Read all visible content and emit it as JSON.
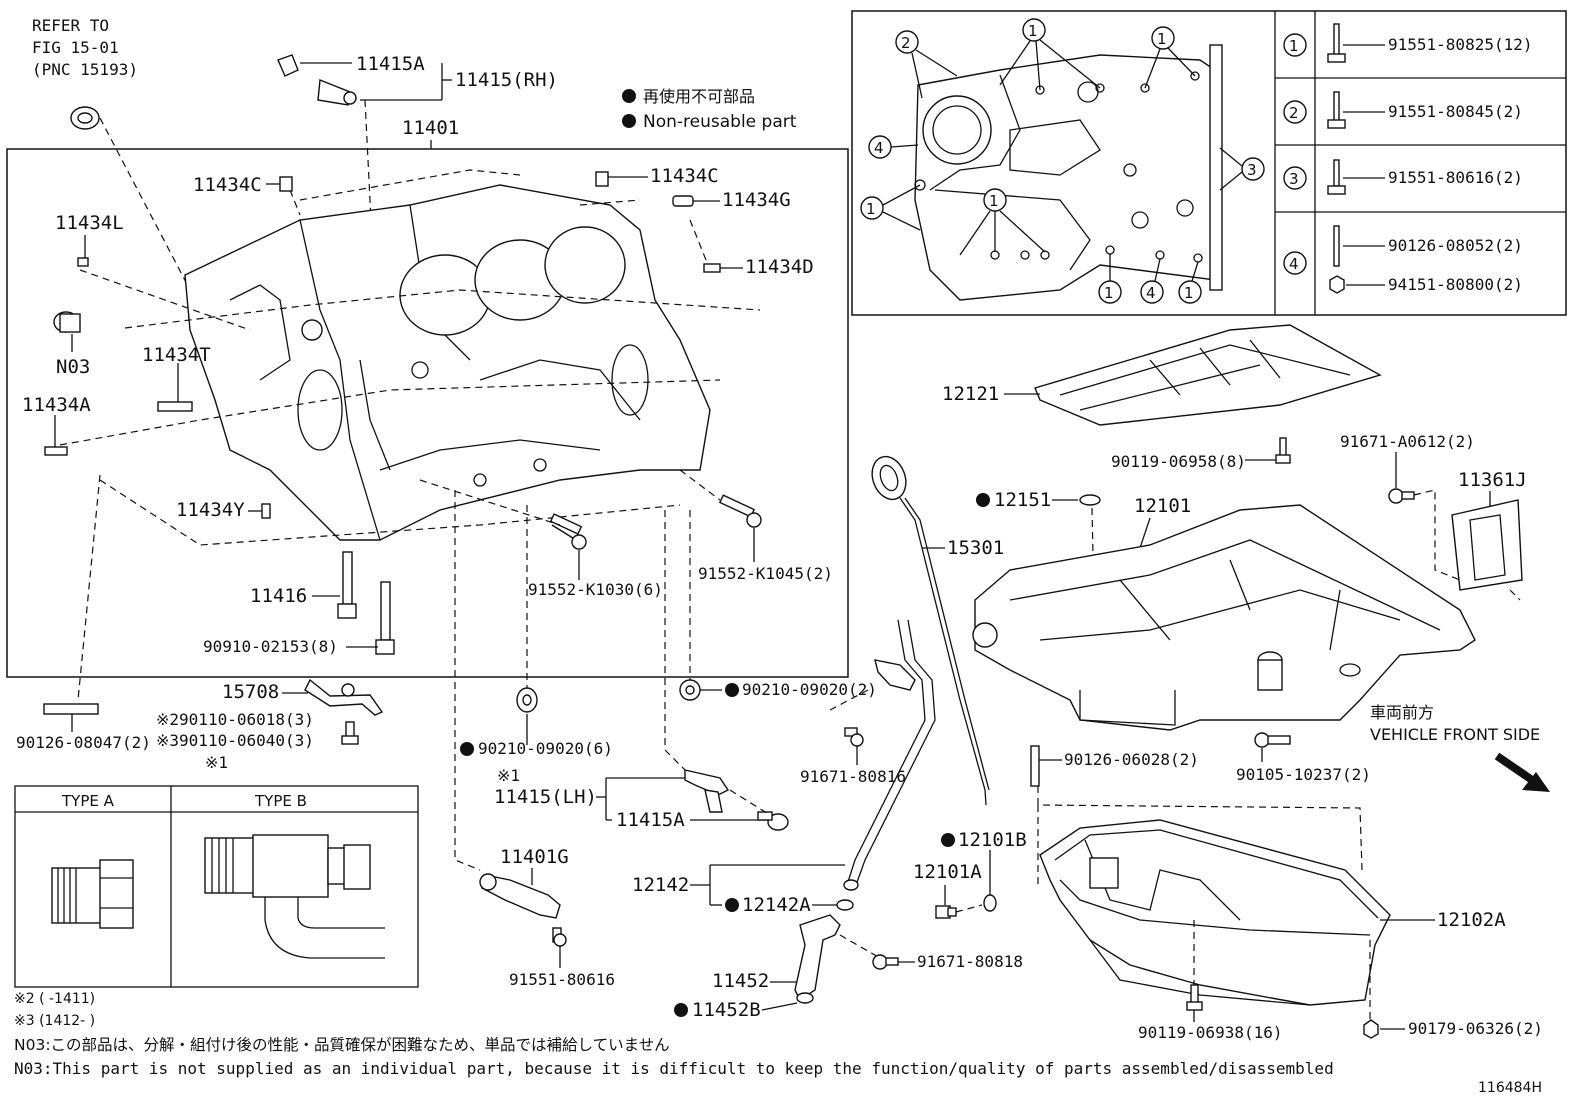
{
  "diagram_id": "116484H",
  "refer": {
    "line1": "REFER TO",
    "line2": "FIG 15-01",
    "line3": "(PNC 15193)"
  },
  "legend": {
    "jp": "再使用不可部品",
    "en": "Non-reusable part"
  },
  "front_side": {
    "jp": "車両前方",
    "en": "VEHICLE FRONT SIDE"
  },
  "labels": {
    "p11415A_top": "11415A",
    "p11415_rh": "11415(RH)",
    "p11401": "11401",
    "p11434C_left": "11434C",
    "p11434C_right": "11434C",
    "p11434G": "11434G",
    "p11434L": "11434L",
    "p11434D": "11434D",
    "pN03": "N03",
    "p11434T": "11434T",
    "p11434A": "11434A",
    "p11434Y": "11434Y",
    "p11416": "11416",
    "p90910": "90910-02153(8)",
    "p91552_k1030": "91552-K1030(6)",
    "p91552_k1045": "91552-K1045(2)",
    "p15708": "15708",
    "p90110_06018": "※290110-06018(3)",
    "p90110_06040": "※390110-06040(3)",
    "p90126_08047": "90126-08047(2)",
    "p90210_a": "90210-09020(6)",
    "p90210_b": "90210-09020(2)",
    "p_star1_lh": "※1",
    "p11415_lh": "11415(LH)",
    "p11415A_lh": "11415A",
    "p11401G": "11401G",
    "p91551_80616": "91551-80616",
    "p12142": "12142",
    "p12142A": "12142A",
    "p11452": "11452",
    "p11452B": "11452B",
    "p91671_80818": "91671-80818",
    "p91671_80816": "91671-80816",
    "p15301": "15301",
    "p12151": "12151",
    "p12101": "12101",
    "p12121": "12121",
    "p90119_06958": "90119-06958(8)",
    "p91671_a0612": "91671-A0612(2)",
    "p11361J": "11361J",
    "p90126_06028": "90126-06028(2)",
    "p90105_10237": "90105-10237(2)",
    "p12101B": "12101B",
    "p12101A": "12101A",
    "p12102A": "12102A",
    "p90119_06938": "90119-06938(16)",
    "p90179_06326": "90179-06326(2)",
    "star1_top": "※1"
  },
  "type_table": {
    "a": "TYPE A",
    "b": "TYPE B"
  },
  "bolt_table": [
    {
      "num": "1",
      "parts": [
        "91551-80825(12)"
      ]
    },
    {
      "num": "2",
      "parts": [
        "91551-80845(2)"
      ]
    },
    {
      "num": "3",
      "parts": [
        "91551-80616(2)"
      ]
    },
    {
      "num": "4",
      "parts": [
        "90126-08052(2)",
        "94151-80800(2)"
      ]
    }
  ],
  "notes": {
    "n2": "※2 (      -1411)",
    "n3": "※3 (1412-      )",
    "n03_jp": "N03:この部品は、分解・組付け後の性能・品質確保が困難なため、単品では補給していません",
    "n03_en": "N03:This part is not supplied as an individual part, because it is difficult to keep the function/quality of parts assembled/disassembled"
  },
  "icons": [
    "non-reusable-dot-icon",
    "front-arrow-icon"
  ]
}
